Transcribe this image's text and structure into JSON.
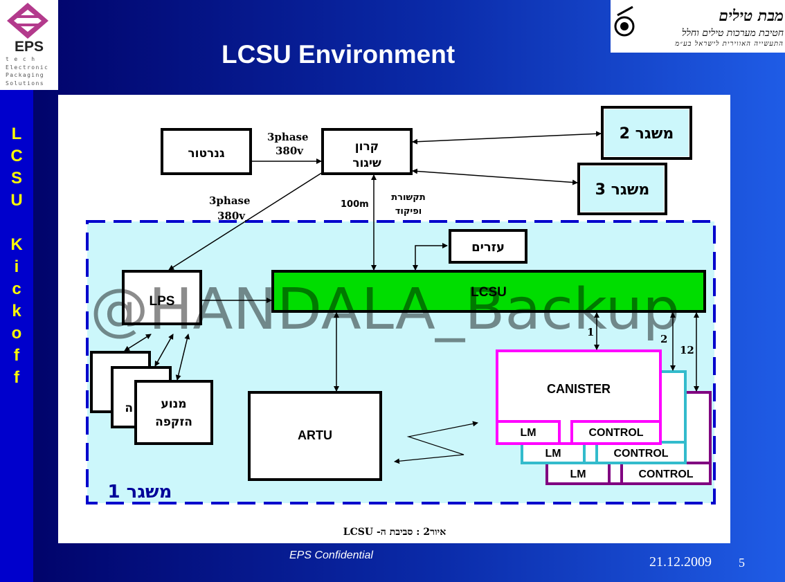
{
  "slide": {
    "title": "LCSU Environment",
    "vertical_label": [
      "L",
      "C",
      "S",
      "U",
      "",
      "K",
      "i",
      "c",
      "k",
      "o",
      "f",
      "f"
    ],
    "footer_confidential": "EPS Confidential",
    "footer_date": "21.12.2009",
    "page_number": "5"
  },
  "logo_left": {
    "name": "EPS",
    "sub": [
      "t e c h",
      "Electronic",
      "Packaging",
      "Solutions"
    ]
  },
  "logo_right": {
    "line1": "מבת טילים",
    "line2": "חטיבת מערכות טילים וחלל",
    "line3": "התעשייה האווירית לישראל בע״מ"
  },
  "diagram": {
    "generator": "גנרטור",
    "power_station_line1": "קרון",
    "power_station_line2": "שיגור",
    "launcher2": "משגר 2",
    "launcher3": "משגר 3",
    "launcher1": "משגר 1",
    "phase_top_1": "3phase",
    "phase_top_2": "380v",
    "phase_left_1": "3phase",
    "phase_left_2": "380v",
    "distance": "100m",
    "comm_line1": "תקשורת",
    "comm_line2": "ופיקוד",
    "aux": "עזרים",
    "lps": "LPS",
    "lcsu": "LCSU",
    "motor_line1": "מנוע",
    "motor_line2": "הזקפה",
    "motor_partial_1": "ה",
    "motor_partial_2": "ה",
    "artu": "ARTU",
    "canister": "CANISTER",
    "lm": "LM",
    "control": "CONTROL",
    "num_1": "1",
    "num_2": "2",
    "num_12": "12",
    "caption": "איור2 : סביבת ה- LCSU",
    "watermark": "@HANDALA_Backup"
  },
  "colors": {
    "background": "#000066",
    "accent_yellow": "#ffff00",
    "lcsu_green": "#00dd00",
    "env_fill": "#ccf7fb",
    "env_border": "#0000cc",
    "canister_magenta": "#ff00ff",
    "canister_teal": "#33bbcc",
    "canister_purple": "#800080"
  }
}
